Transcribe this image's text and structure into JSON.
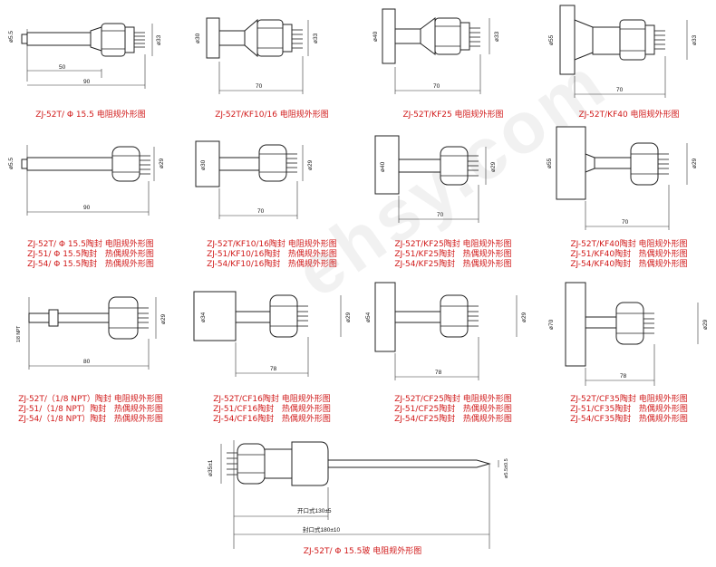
{
  "watermark": "ehsy.com",
  "figures": [
    {
      "id": "r1c1",
      "dims": {
        "dia_small": "ø5.5",
        "dia_body": "ø33",
        "len_a": "50",
        "len_b": "90"
      },
      "caption": [
        "ZJ-52T/ Φ 15.5 电阻规外形图"
      ]
    },
    {
      "id": "r1c2",
      "dims": {
        "dia_flange": "ø30",
        "dia_body": "ø33",
        "len": "70"
      },
      "caption": [
        "ZJ-52T/KF10/16 电阻规外形图"
      ]
    },
    {
      "id": "r1c3",
      "dims": {
        "dia_flange": "ø40",
        "dia_body": "ø33",
        "len": "70"
      },
      "caption": [
        "ZJ-52T/KF25 电阻规外形图"
      ]
    },
    {
      "id": "r1c4",
      "dims": {
        "dia_flange": "ø55",
        "dia_body": "ø33",
        "len": "70"
      },
      "caption": [
        "ZJ-52T/KF40 电阻规外形图"
      ]
    },
    {
      "id": "r2c1",
      "dims": {
        "dia_small": "ø5.5",
        "dia_body": "ø29",
        "len": "90"
      },
      "caption": [
        "ZJ-52T/ Φ 15.5陶封 电阻规外形图",
        "ZJ-51/ Φ 15.5陶封   热偶规外形图",
        "ZJ-54/ Φ 15.5陶封   热偶规外形图"
      ]
    },
    {
      "id": "r2c2",
      "dims": {
        "dia_flange": "ø30",
        "dia_body": "ø29",
        "len": "70"
      },
      "caption": [
        "ZJ-52T/KF10/16陶封 电阻规外形图",
        "ZJ-51/KF10/16陶封   热偶规外形图",
        "ZJ-54/KF10/16陶封   热偶规外形图"
      ]
    },
    {
      "id": "r2c3",
      "dims": {
        "dia_flange": "ø40",
        "dia_body": "ø29",
        "len": "70"
      },
      "caption": [
        "ZJ-52T/KF25陶封 电阻规外形图",
        "ZJ-51/KF25陶封   热偶规外形图",
        "ZJ-54/KF25陶封   热偶规外形图"
      ]
    },
    {
      "id": "r2c4",
      "dims": {
        "dia_flange": "ø55",
        "dia_body": "ø29",
        "len": "70"
      },
      "caption": [
        "ZJ-52T/KF40陶封 电阻规外形图",
        "ZJ-51/KF40陶封   热偶规外形图",
        "ZJ-54/KF40陶封   热偶规外形图"
      ]
    },
    {
      "id": "r3c1",
      "dims": {
        "thread": "1/8 NPT",
        "dia_body": "ø29",
        "len": "80"
      },
      "caption": [
        "ZJ-52T/（1/8 NPT）陶封 电阻规外形图",
        "ZJ-51/（1/8 NPT）陶封   热偶规外形图",
        "ZJ-54/（1/8 NPT）陶封   热偶规外形图"
      ]
    },
    {
      "id": "r3c2",
      "dims": {
        "dia_flange": "ø34",
        "dia_body": "ø29",
        "len": "78"
      },
      "caption": [
        "ZJ-52T/CF16陶封 电阻规外形图",
        "ZJ-51/CF16陶封   热偶规外形图",
        "ZJ-54/CF16陶封   热偶规外形图"
      ]
    },
    {
      "id": "r3c3",
      "dims": {
        "dia_flange": "ø54",
        "dia_body": "ø29",
        "len": "78"
      },
      "caption": [
        "ZJ-52T/CF25陶封 电阻规外形图",
        "ZJ-51/CF25陶封   热偶规外形图",
        "ZJ-54/CF25陶封   热偶规外形图"
      ]
    },
    {
      "id": "r3c4",
      "dims": {
        "dia_flange": "ø70",
        "dia_body": "ø29",
        "len": "78"
      },
      "caption": [
        "ZJ-52T/CF35陶封 电阻规外形图",
        "ZJ-51/CF35陶封   热偶规外形图",
        "ZJ-54/CF35陶封   热偶规外形图"
      ]
    },
    {
      "id": "r4",
      "dims": {
        "dia_body": "ø35±1",
        "dia_tip": "ø5.5±0.5",
        "len_open": "开口式130±5",
        "len_sealed": "封口式180±10"
      },
      "caption": [
        "ZJ-52T/ Φ 15.5玻 电阻规外形图"
      ]
    }
  ]
}
